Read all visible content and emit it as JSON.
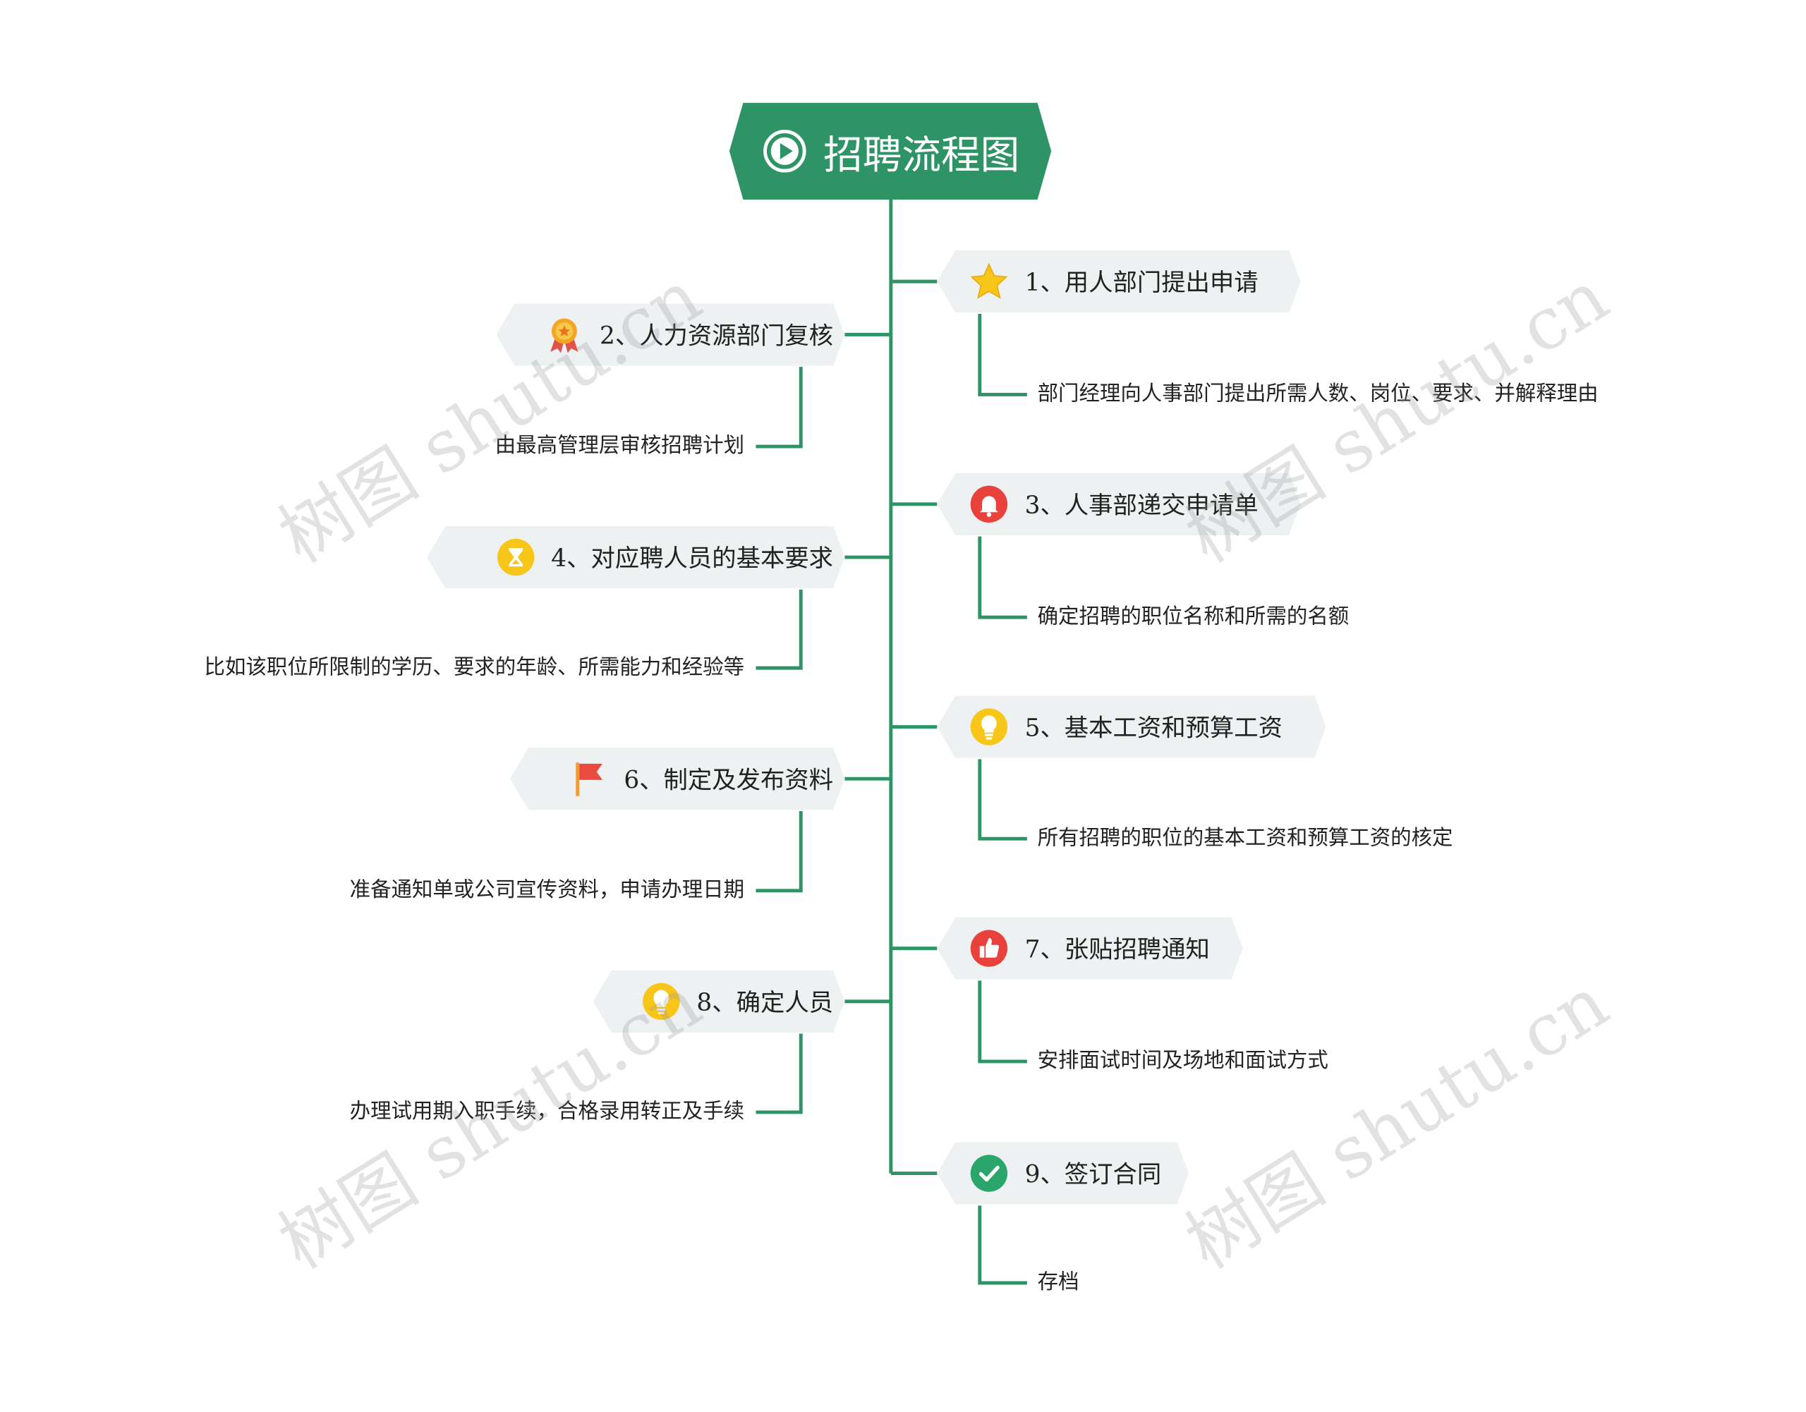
{
  "colors": {
    "line": "#2f9465",
    "root_bg": "#2f9465",
    "node_bg": "#edf1f2"
  },
  "root": {
    "title": "招聘流程图",
    "icon": "play-circle-icon"
  },
  "steps": [
    {
      "label": "1、用人部门提出申请",
      "detail": "部门经理向人事部门提出所需人数、岗位、要求、并解释理由",
      "icon": "star-icon",
      "side": "right"
    },
    {
      "label": "2、人力资源部门复核",
      "detail": "由最高管理层审核招聘计划",
      "icon": "medal-icon",
      "side": "left"
    },
    {
      "label": "3、人事部递交申请单",
      "detail": "确定招聘的职位名称和所需的名额",
      "icon": "bell-icon",
      "side": "right"
    },
    {
      "label": "4、对应聘人员的基本要求",
      "detail": "比如该职位所限制的学历、要求的年龄、所需能力和经验等",
      "icon": "hourglass-icon",
      "side": "left"
    },
    {
      "label": "5、基本工资和预算工资",
      "detail": "所有招聘的职位的基本工资和预算工资的核定",
      "icon": "lightbulb-icon",
      "side": "right"
    },
    {
      "label": "6、制定及发布资料",
      "detail": "准备通知单或公司宣传资料，申请办理日期",
      "icon": "flag-icon",
      "side": "left"
    },
    {
      "label": "7、张贴招聘通知",
      "detail": "安排面试时间及场地和面试方式",
      "icon": "thumbs-up-icon",
      "side": "right"
    },
    {
      "label": "8、确定人员",
      "detail": "办理试用期入职手续，合格录用转正及手续",
      "icon": "lightbulb-icon",
      "side": "left"
    },
    {
      "label": "9、签订合同",
      "detail": "存档",
      "icon": "check-circle-icon",
      "side": "right"
    }
  ],
  "watermark": "树图 shutu.cn"
}
